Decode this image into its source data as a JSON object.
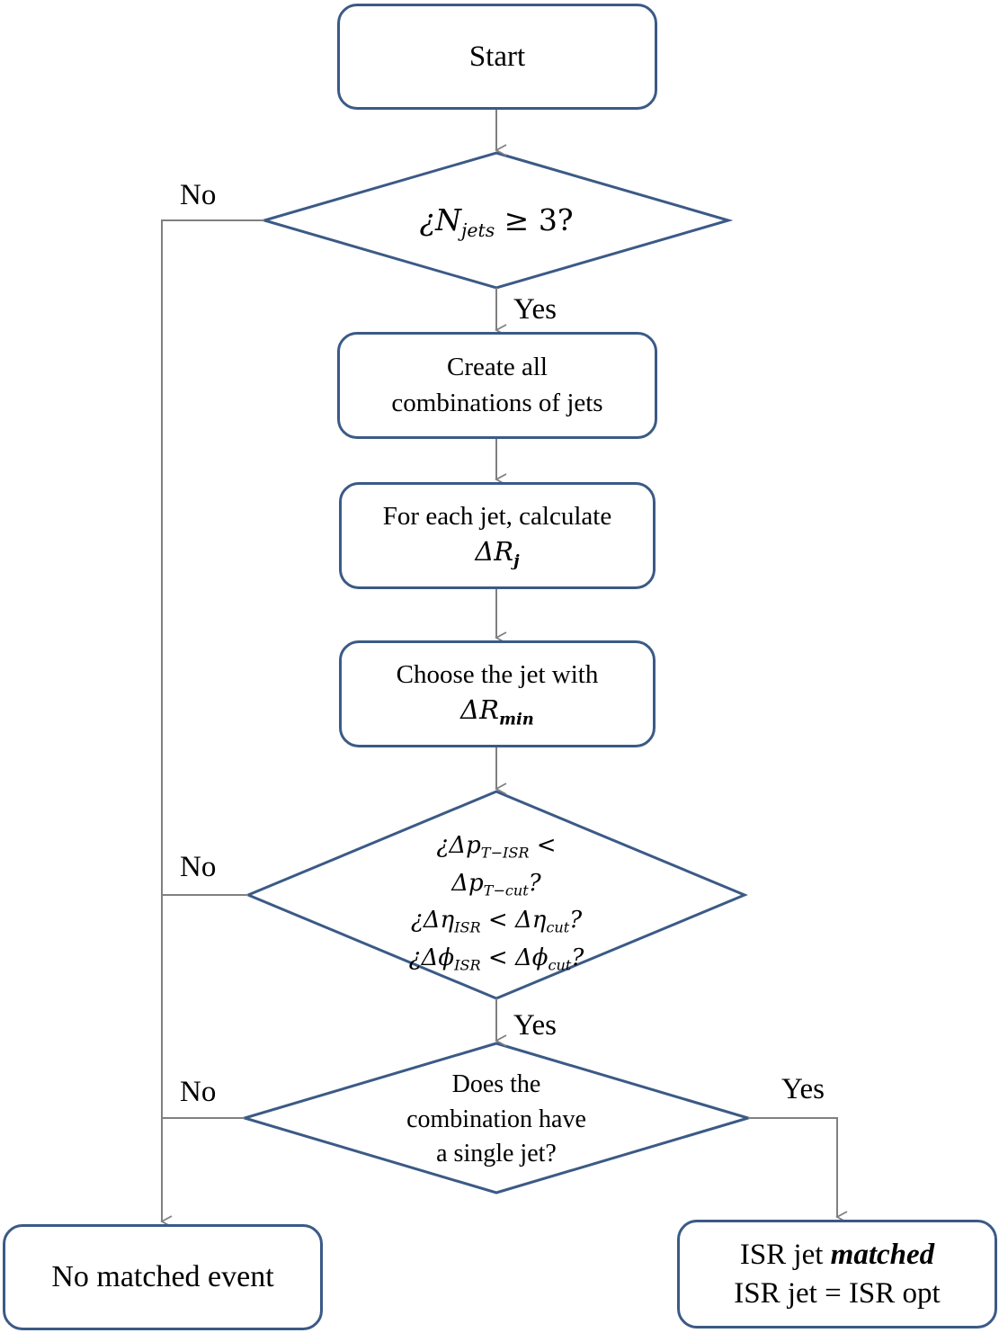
{
  "nodes": {
    "start": "Start",
    "decision1": {
      "prefix": "¿",
      "var": "N",
      "sub": "jets",
      "rel": " ≥ 3?"
    },
    "create": [
      "Create all",
      "combinations  of jets"
    ],
    "calc": {
      "text": "For each jet, calculate",
      "var": "ΔR",
      "sub": "j"
    },
    "choose": {
      "text": "Choose the jet with",
      "var": "ΔR",
      "sub": "min"
    },
    "decision2": {
      "l1": {
        "prefix": "¿",
        "var": "Δp",
        "sub": "T−ISR",
        "rel": " <"
      },
      "l2": {
        "var": "Δp",
        "sub": "T−cut",
        "rel": "?"
      },
      "l3": {
        "prefix": "¿",
        "var": "Δη",
        "sub": "ISR",
        "rel": " < ",
        "var2": "Δη",
        "sub2": "cut",
        "rel2": "?"
      },
      "l4": {
        "prefix": "¿",
        "var": "Δϕ",
        "sub": "ISR",
        "rel": " < ",
        "var2": "Δϕ",
        "sub2": "cut",
        "rel2": "?"
      }
    },
    "decision3": [
      "Does the",
      "combination  have",
      "a single jet?"
    ],
    "no_match": "No matched event",
    "isr_match": {
      "prefix": "ISR jet ",
      "emph": "matched",
      "line2": "ISR jet = ISR opt"
    }
  },
  "labels": {
    "no1": "No",
    "no2": "No",
    "no3": "No",
    "yes1": "Yes",
    "yes2": "Yes",
    "yes3": "Yes"
  },
  "colors": {
    "border": "#3b5a86",
    "arrow": "#808080"
  }
}
